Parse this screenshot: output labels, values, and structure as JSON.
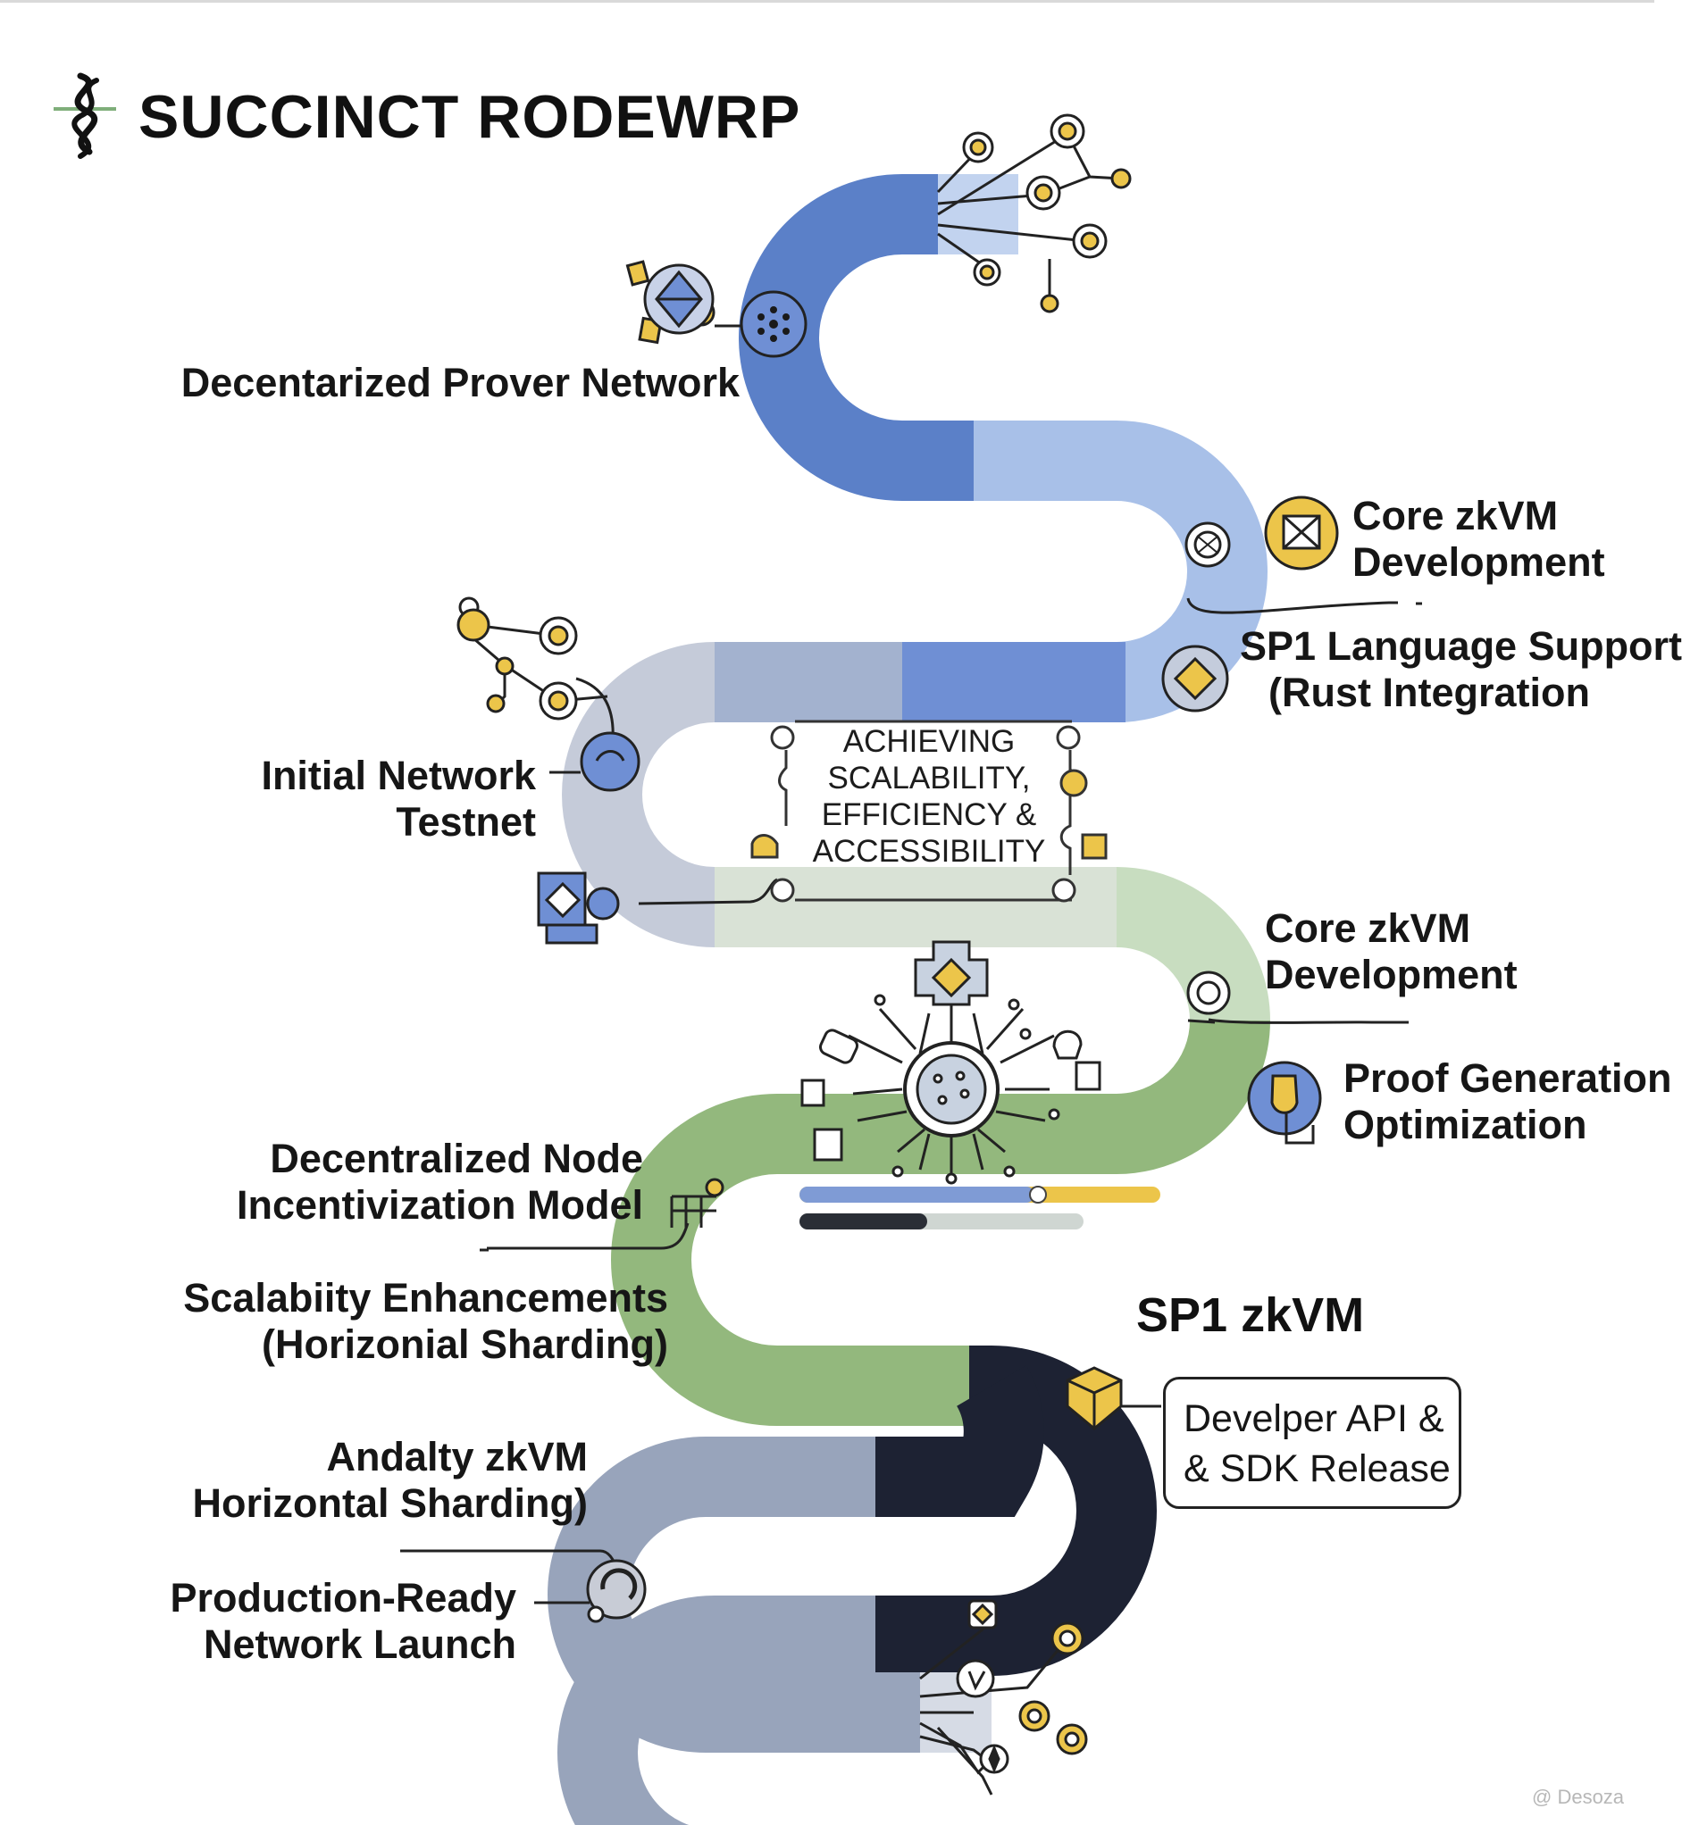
{
  "title": "SUCCINCT RODEWRP",
  "labels": {
    "prover_network": "Decentarized Prover Network",
    "core_zkvm_1": [
      "Core zkVM",
      "Development"
    ],
    "sp1_language": [
      "SP1 Language Support",
      "(Rust Integration"
    ],
    "initial_testnet": [
      "Initial Network",
      "Testnet"
    ],
    "center_goal": [
      "ACHIEVING",
      "SCALABILITY,",
      "EFFICIENCY &",
      "ACCESSIBILITY"
    ],
    "core_zkvm_2": [
      "Core zkVM",
      "Development"
    ],
    "proof_generation": [
      "Proof Generation",
      "Optimization"
    ],
    "node_incentivization": [
      "Decentralized Node",
      "Incentivization Model"
    ],
    "scalability": [
      "Scalabiity Enhancements",
      "(Horizonial Sharding)"
    ],
    "sp1_zkvm": "SP1 zkVM",
    "developer_api": [
      "Develper API &",
      "& SDK Release"
    ],
    "andalty": [
      "Andalty zkVM",
      "Horizontal Sharding)"
    ],
    "production_launch": [
      "Production-Ready",
      "Network Launch"
    ],
    "watermark": "@ Desoza"
  },
  "icons": {
    "logo": "helix-logo-icon",
    "network_cluster": "network-nodes-icon",
    "gear": "gear-icon",
    "document": "document-icon",
    "chip": "chip-icon",
    "crypto_coin": "coin-icon",
    "sharding_diagram": "sharding-icon"
  },
  "progress": {
    "top_bar": 0.65,
    "bottom_bar": 0.45
  },
  "colors": {
    "blue_dark": "#5b80c8",
    "blue_light": "#a8c0e8",
    "blue_grey": "#a3b2cf",
    "grey_light": "#c5cbd9",
    "green_light": "#c8ddc0",
    "green": "#93b87d",
    "navy": "#1d2233",
    "slate": "#98a4bb",
    "gold": "#ecc54a",
    "icon_blue": "#6f8fd4"
  }
}
